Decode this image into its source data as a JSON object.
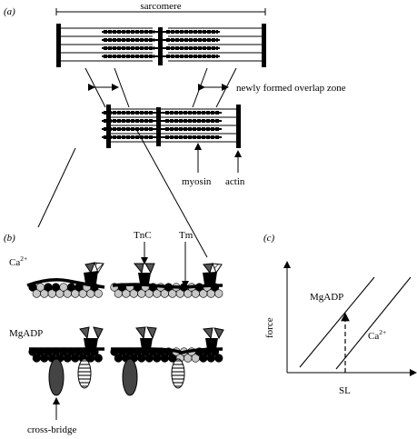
{
  "panels": {
    "a": "(a)",
    "b": "(b)",
    "c": "(c)"
  },
  "panel_a": {
    "sarcomere_label": "sarcomere",
    "overlap_label": "newly formed overlap zone",
    "myosin_label": "myosin",
    "actin_label": "actin"
  },
  "panel_b": {
    "ca_label": "Ca",
    "ca_sup": "2+",
    "tnc_label": "TnC",
    "tm_label": "Tm",
    "mgadp_label": "MgADP",
    "crossbridge_label": "cross-bridge"
  },
  "panel_c": {
    "y_axis_label": "force",
    "x_axis_label": "SL",
    "line1_label": "MgADP",
    "line2_label": "Ca",
    "line2_sup": "2+"
  },
  "colors": {
    "black": "#000000",
    "light_gray": "#c8c8c8",
    "dark_gray": "#555555",
    "hatch_gray": "#bdbdbd"
  }
}
